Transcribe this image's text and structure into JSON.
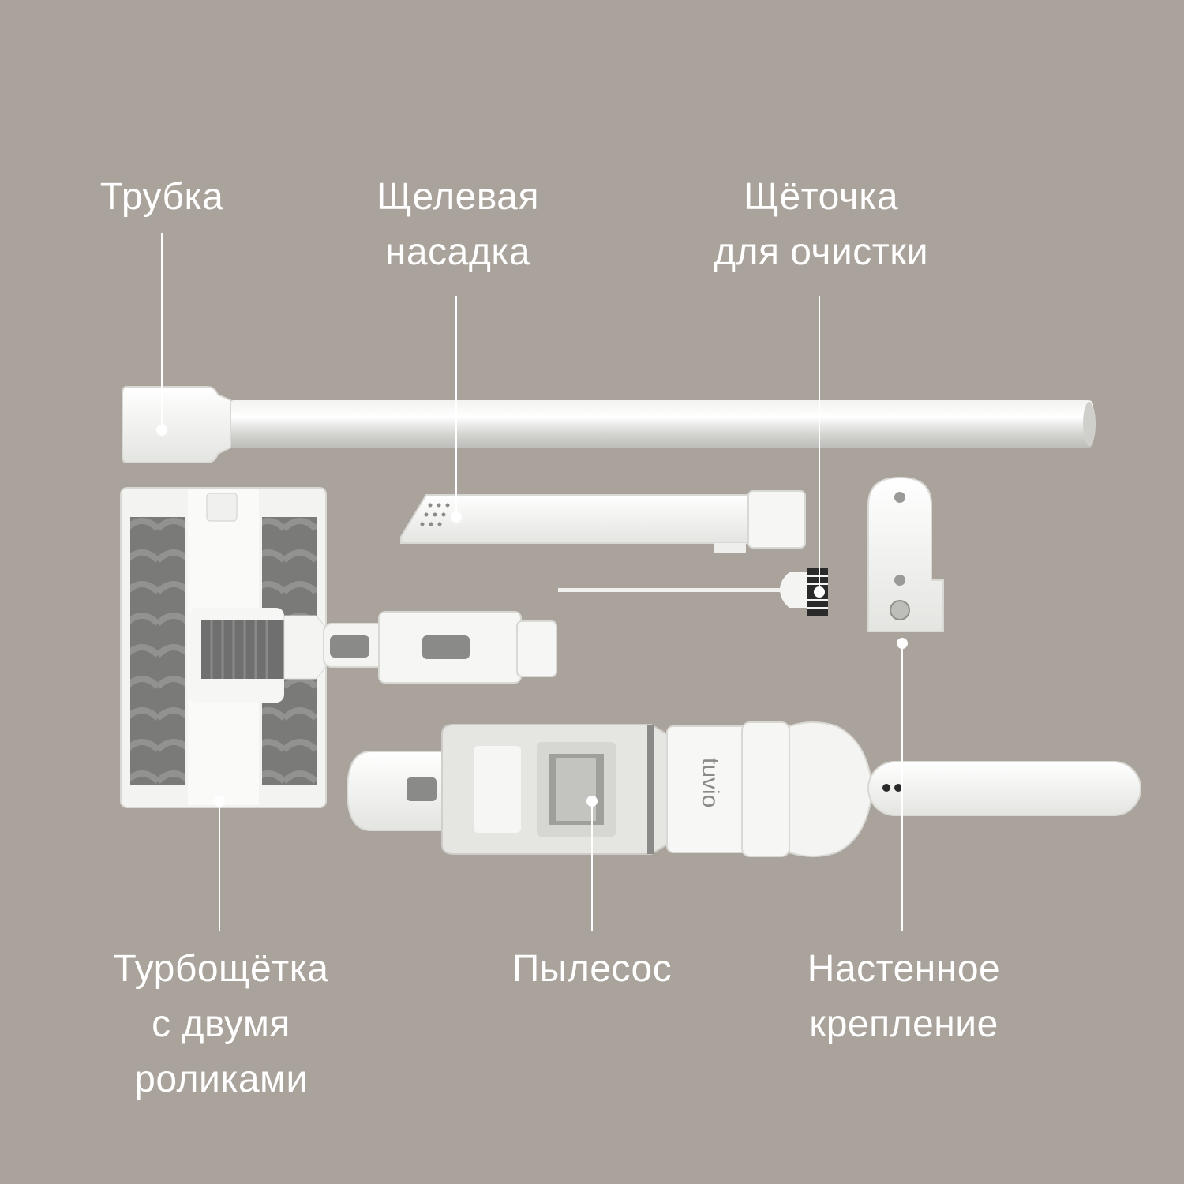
{
  "labels": {
    "tube": [
      "Трубка"
    ],
    "crevice": [
      "Щелевая",
      "насадка"
    ],
    "brush": [
      "Щёточка",
      "для очистки"
    ],
    "turbo": [
      "Турбощётка",
      "с двумя",
      "роликами"
    ],
    "vacuum": [
      "Пылесос"
    ],
    "mount": [
      "Настенное",
      "крепление"
    ]
  },
  "brand": "tuvio",
  "colors": {
    "background": "#aaa39b",
    "label_text": "#ffffff",
    "product_white": "#f4f4f2",
    "roller_grey": "#6f6f6f",
    "accent_grey": "#8a8a88"
  }
}
